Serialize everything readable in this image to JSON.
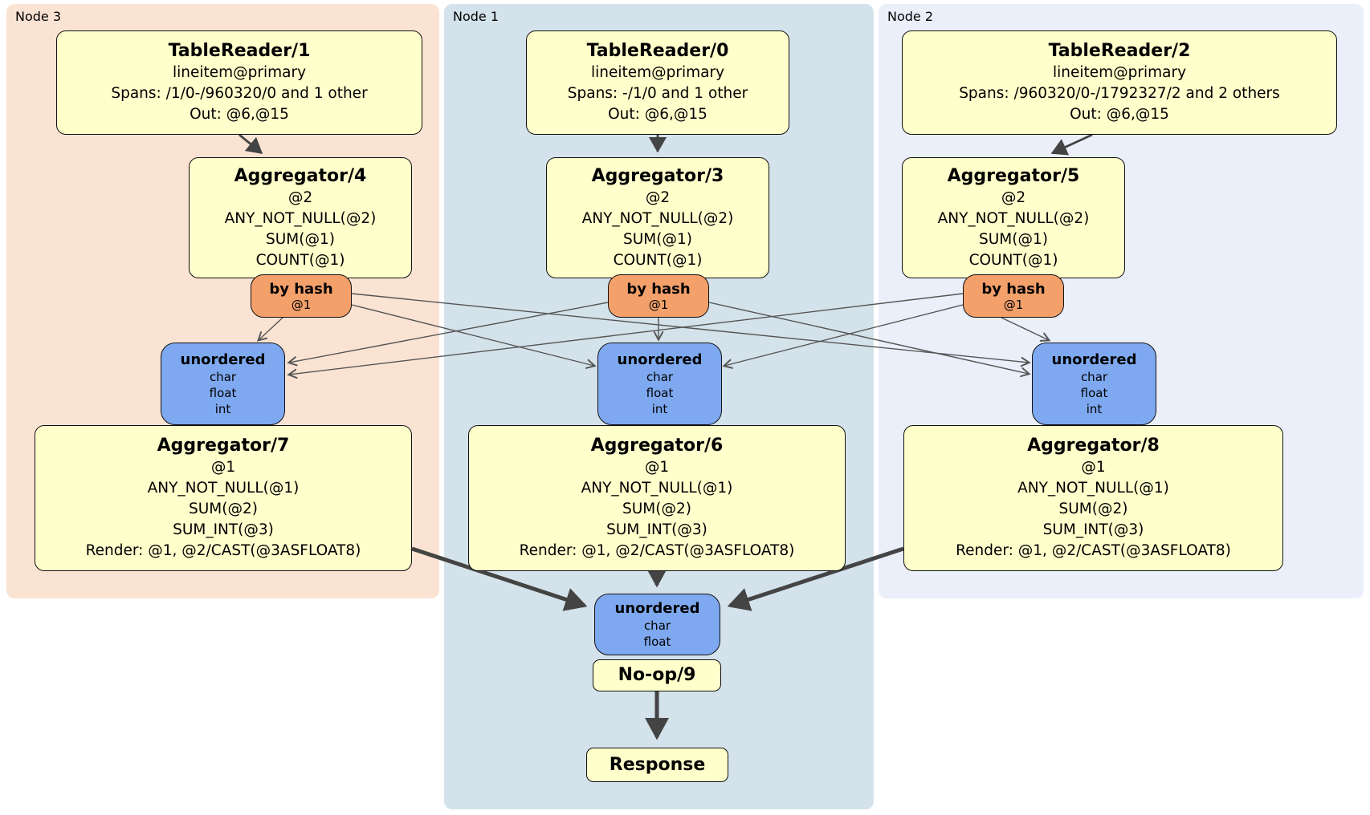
{
  "regions": {
    "node3": {
      "label": "Node 3"
    },
    "node1": {
      "label": "Node 1"
    },
    "node2": {
      "label": "Node 2"
    }
  },
  "boxes": {
    "tr1": {
      "title": "TableReader/1",
      "lines": [
        "lineitem@primary",
        "Spans: /1/0-/960320/0 and 1 other",
        "Out: @6,@15"
      ]
    },
    "tr0": {
      "title": "TableReader/0",
      "lines": [
        "lineitem@primary",
        "Spans: -/1/0 and 1 other",
        "Out: @6,@15"
      ]
    },
    "tr2": {
      "title": "TableReader/2",
      "lines": [
        "lineitem@primary",
        "Spans: /960320/0-/1792327/2 and 2 others",
        "Out: @6,@15"
      ]
    },
    "agg4": {
      "title": "Aggregator/4",
      "lines": [
        "@2",
        "ANY_NOT_NULL(@2)",
        "SUM(@1)",
        "COUNT(@1)"
      ]
    },
    "agg3": {
      "title": "Aggregator/3",
      "lines": [
        "@2",
        "ANY_NOT_NULL(@2)",
        "SUM(@1)",
        "COUNT(@1)"
      ]
    },
    "agg5": {
      "title": "Aggregator/5",
      "lines": [
        "@2",
        "ANY_NOT_NULL(@2)",
        "SUM(@1)",
        "COUNT(@1)"
      ]
    },
    "hash3": {
      "title": "by hash",
      "sub": "@1"
    },
    "hash1": {
      "title": "by hash",
      "sub": "@1"
    },
    "hash2": {
      "title": "by hash",
      "sub": "@1"
    },
    "sync3": {
      "title": "unordered",
      "lines": [
        "char",
        "float",
        "int"
      ]
    },
    "sync1": {
      "title": "unordered",
      "lines": [
        "char",
        "float",
        "int"
      ]
    },
    "sync2": {
      "title": "unordered",
      "lines": [
        "char",
        "float",
        "int"
      ]
    },
    "agg7": {
      "title": "Aggregator/7",
      "lines": [
        "@1",
        "ANY_NOT_NULL(@1)",
        "SUM(@2)",
        "SUM_INT(@3)",
        "Render: @1, @2/CAST(@3ASFLOAT8)"
      ]
    },
    "agg6": {
      "title": "Aggregator/6",
      "lines": [
        "@1",
        "ANY_NOT_NULL(@1)",
        "SUM(@2)",
        "SUM_INT(@3)",
        "Render: @1, @2/CAST(@3ASFLOAT8)"
      ]
    },
    "agg8": {
      "title": "Aggregator/8",
      "lines": [
        "@1",
        "ANY_NOT_NULL(@1)",
        "SUM(@2)",
        "SUM_INT(@3)",
        "Render: @1, @2/CAST(@3ASFLOAT8)"
      ]
    },
    "syncF": {
      "title": "unordered",
      "lines": [
        "char",
        "float"
      ]
    },
    "noop": {
      "title": "No-op/9"
    },
    "response": {
      "title": "Response"
    }
  },
  "edges": [
    {
      "from": "TableReader/1",
      "to": "Aggregator/4"
    },
    {
      "from": "TableReader/0",
      "to": "Aggregator/3"
    },
    {
      "from": "TableReader/2",
      "to": "Aggregator/5"
    },
    {
      "from": "by hash (Node 3)",
      "to": "unordered (Node 3)"
    },
    {
      "from": "by hash (Node 3)",
      "to": "unordered (Node 1)"
    },
    {
      "from": "by hash (Node 3)",
      "to": "unordered (Node 2)"
    },
    {
      "from": "by hash (Node 1)",
      "to": "unordered (Node 3)"
    },
    {
      "from": "by hash (Node 1)",
      "to": "unordered (Node 1)"
    },
    {
      "from": "by hash (Node 1)",
      "to": "unordered (Node 2)"
    },
    {
      "from": "by hash (Node 2)",
      "to": "unordered (Node 3)"
    },
    {
      "from": "by hash (Node 2)",
      "to": "unordered (Node 1)"
    },
    {
      "from": "by hash (Node 2)",
      "to": "unordered (Node 2)"
    },
    {
      "from": "Aggregator/7",
      "to": "unordered (final)"
    },
    {
      "from": "Aggregator/6",
      "to": "unordered (final)"
    },
    {
      "from": "Aggregator/8",
      "to": "unordered (final)"
    },
    {
      "from": "No-op/9",
      "to": "Response"
    }
  ],
  "colors": {
    "processor_fill": "#ffffcc",
    "router_fill": "#f3a06b",
    "sync_fill": "#7ea9f0",
    "node3_bg": "#fbe3d4",
    "node1_bg": "#d4e2eb",
    "node2_bg": "#eaeffa",
    "edge_thin": "#555555",
    "edge_thick": "#444444"
  }
}
